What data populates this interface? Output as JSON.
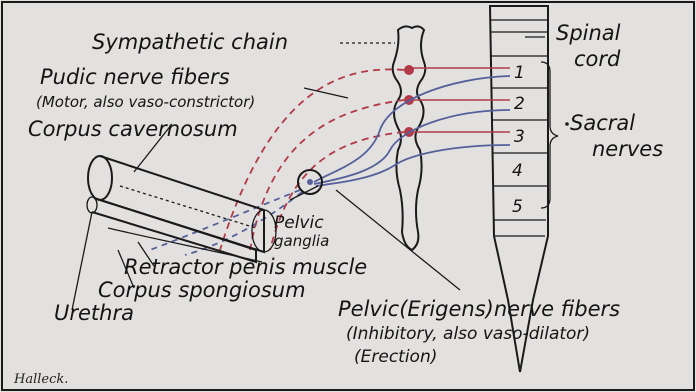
{
  "labels": {
    "sympathetic_chain": "Sympathetic chain",
    "spinal_cord_1": "Spinal",
    "spinal_cord_2": "cord",
    "pudic_1": "Pudic nerve fibers",
    "pudic_2": "(Motor, also vaso-constrictor)",
    "corpus_cavernosum": "Corpus cavernosum",
    "sacral_1": "Sacral",
    "sacral_2": "nerves",
    "pelvic_ganglia_1": "Pelvic",
    "pelvic_ganglia_2": "ganglia",
    "retractor": "Retractor penis muscle",
    "corpus_spongiosum": "Corpus spongiosum",
    "urethra": "Urethra",
    "pelvic_nerve_1": "Pelvic(Erigens)nerve fibers",
    "pelvic_nerve_2": "(Inhibitory, also vaso-dilator)",
    "pelvic_nerve_3": "(Erection)",
    "signature": "Halleck."
  },
  "sacral_numbers": [
    "1",
    "2",
    "3",
    "4",
    "5"
  ],
  "colors": {
    "background": "#e3e1df",
    "ink": "#1a1a1a",
    "motor_fibers": "#b23a48",
    "inhibitory_fibers": "#55609a"
  }
}
